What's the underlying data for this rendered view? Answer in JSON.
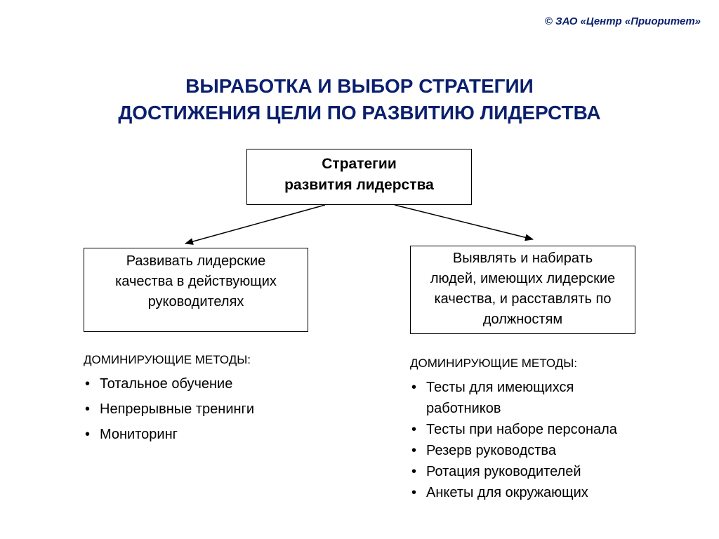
{
  "copyright": {
    "symbol": "©",
    "text": "ЗАО «Центр «Приоритет»"
  },
  "title": {
    "line1": "ВЫРАБОТКА И ВЫБОР СТРАТЕГИИ",
    "line2": "ДОСТИЖЕНИЯ ЦЕЛИ ПО РАЗВИТИЮ ЛИДЕРСТВА"
  },
  "root": {
    "line1": "Стратегии",
    "line2": "развития лидерства"
  },
  "left": {
    "lines": [
      "Развивать лидерские",
      "качества в действующих",
      "руководителях"
    ],
    "methods_heading": "ДОМИНИРУЮЩИЕ МЕТОДЫ:",
    "methods": [
      "Тотальное обучение",
      "Непрерывные тренинги",
      "Мониторинг"
    ]
  },
  "right": {
    "lines": [
      "Выявлять и набирать",
      "людей, имеющих лидерские",
      "качества, и расставлять по",
      "должностям"
    ],
    "methods_heading": "ДОМИНИРУЮЩИЕ МЕТОДЫ:",
    "methods": [
      "Тесты для имеющихся работников",
      "Тесты при наборе персонала",
      "Резерв руководства",
      "Ротация руководителей",
      "Анкеты для окружающих"
    ]
  },
  "bullet_symbol": "•",
  "colors": {
    "title": "#0a1f6e",
    "text": "#000000",
    "border": "#000000"
  }
}
